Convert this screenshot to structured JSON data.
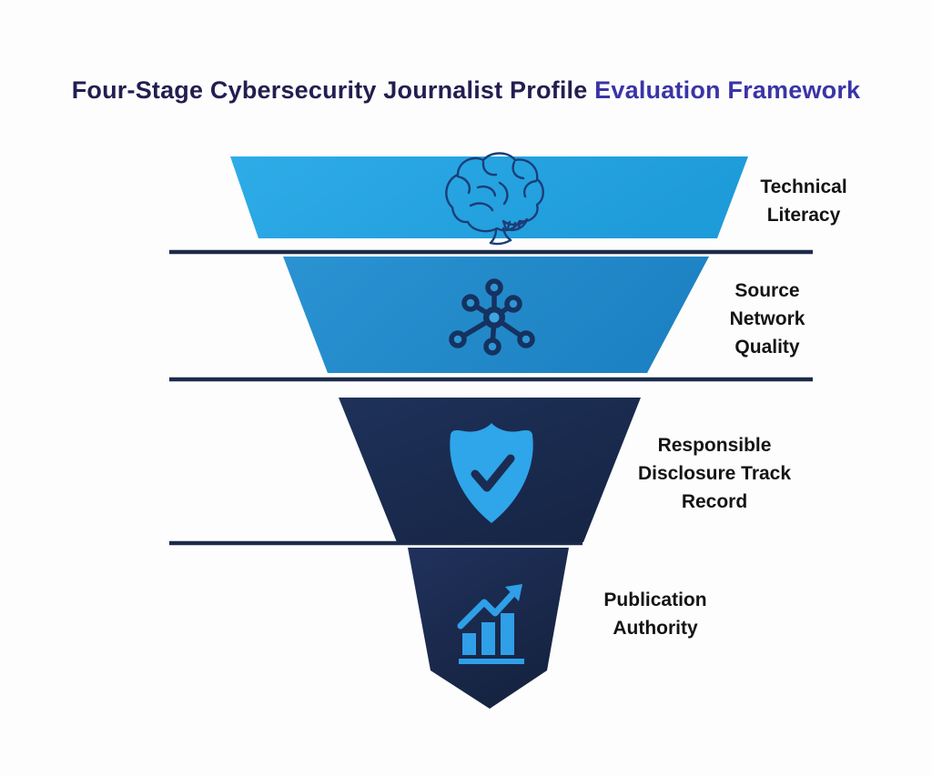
{
  "title": {
    "text_primary": "Four-Stage Cybersecurity Journalist Profile ",
    "text_accent": "Evaluation Framework",
    "color_primary": "#221e50",
    "color_accent": "#3a34a6"
  },
  "funnel": {
    "stages": [
      {
        "id": "technical-literacy",
        "icon": "brain-icon",
        "fill": "#29a6e3",
        "label_lines": [
          "Technical",
          "Literacy"
        ]
      },
      {
        "id": "source-network-quality",
        "icon": "network-icon",
        "fill": "#2188ca",
        "label_lines": [
          "Source",
          "Network",
          "Quality"
        ]
      },
      {
        "id": "responsible-disclosure-track-record",
        "icon": "shield-check-icon",
        "fill": "#1b2c52",
        "label_lines": [
          "Responsible",
          "Disclosure Track",
          "Record"
        ]
      },
      {
        "id": "publication-authority",
        "icon": "bar-chart-growth-icon",
        "fill": "#1c2c50",
        "label_lines": [
          "Publication",
          "Authority"
        ]
      }
    ],
    "divider_color": "#1d2b4a",
    "icon_accent_blue": "#2fa3e8",
    "icon_dark_navy": "#17366b",
    "label_color": "#141414",
    "background": "#fdfdfd"
  }
}
